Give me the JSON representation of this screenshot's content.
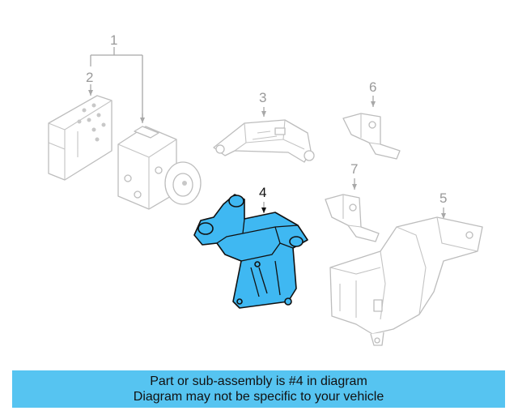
{
  "labels": {
    "p1": "1",
    "p2": "2",
    "p3": "3",
    "p4": "4",
    "p5": "5",
    "p6": "6",
    "p7": "7"
  },
  "highlighted_part": "4",
  "colors": {
    "highlight": "#3fb8f2",
    "caption_bg": "#56c4f1"
  },
  "caption": {
    "line1": "Part or sub-assembly is #4 in diagram",
    "line2": "Diagram may not be specific to your vehicle"
  }
}
